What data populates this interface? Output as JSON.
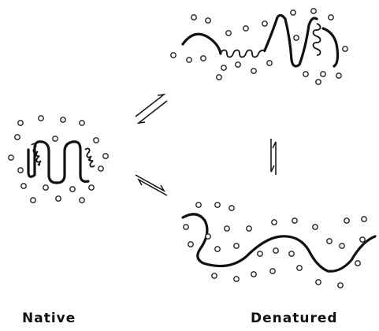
{
  "labels": {
    "native": "Native",
    "denatured": "Denatured"
  },
  "states": [
    {
      "name": "native",
      "form": "compact folded chain with helices, solvated"
    },
    {
      "name": "intermediate",
      "form": "partially unfolded chain with helices, solvated"
    },
    {
      "name": "denatured",
      "form": "fully unfolded chain, solvated"
    }
  ],
  "equilibria": [
    {
      "from": "native",
      "to": "intermediate",
      "type": "reversible"
    },
    {
      "from": "native",
      "to": "denatured",
      "type": "reversible"
    },
    {
      "from": "intermediate",
      "to": "denatured",
      "type": "reversible"
    }
  ]
}
